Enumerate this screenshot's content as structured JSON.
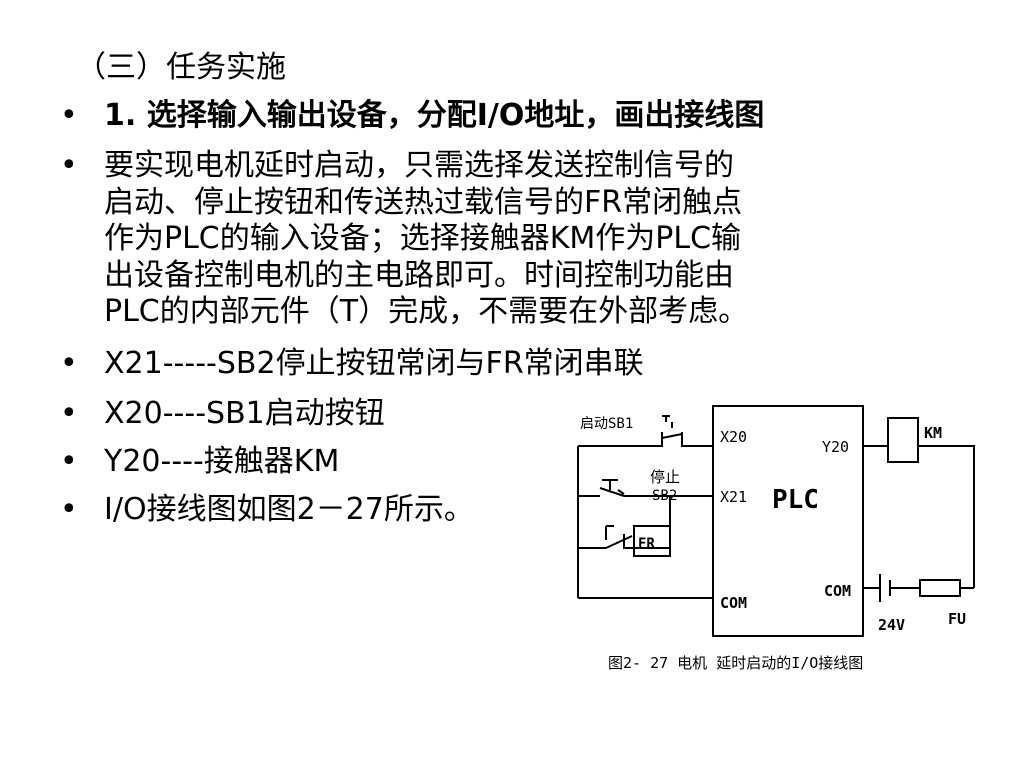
{
  "section_title": "（三）任务实施",
  "bullets": [
    {
      "text": "1. 选择输入输出设备，分配I/O地址，画出接线图"
    },
    {
      "lines": [
        "要实现电机延时启动，只需选择发送控制信号的",
        "启动、停止按钮和传送热过载信号的FR常闭触点",
        "作为PLC的输入设备；选择接触器KM作为PLC输",
        "出设备控制电机的主电路即可。时间控制功能由",
        "PLC的内部元件（T）完成，不需要在外部考虑。"
      ]
    },
    {
      "text": "X21-----SB2停止按钮常闭与FR常闭串联"
    },
    {
      "text": " X20----SB1启动按钮"
    },
    {
      "text": "Y20----接触器KM"
    },
    {
      "text": "I/O接线图如图2－27所示。"
    }
  ],
  "bullet_symbol": "•",
  "diagram": {
    "plc_label": "PLC",
    "terminals": {
      "x20": "X20",
      "x21": "X21",
      "com_in": "COM",
      "y20": "Y20",
      "com_out": "COM"
    },
    "sb1_label": "启动SB1",
    "sb2_label_line1": "停止",
    "sb2_label_line2": "SB2",
    "fr_label": "FR",
    "km_label": "KM",
    "voltage_label": "24V",
    "fu_label": "FU",
    "caption": "图2- 27   电机 延时启动的I/O接线图"
  }
}
